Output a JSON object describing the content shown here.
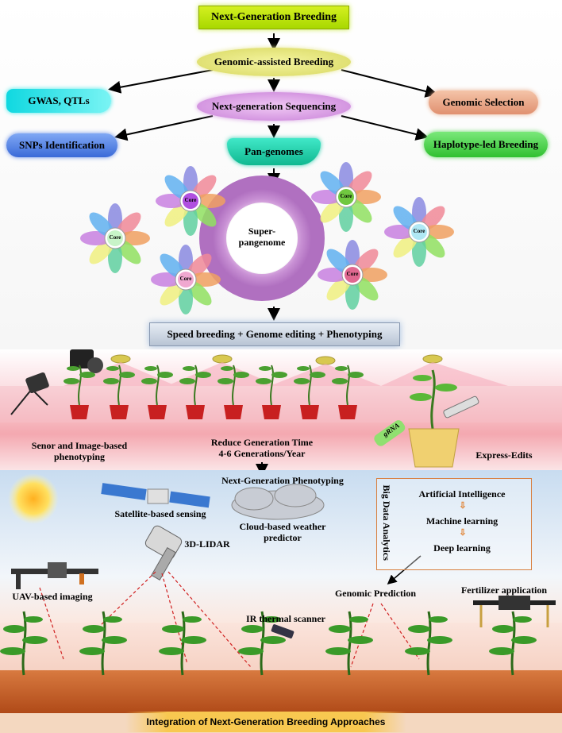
{
  "top": {
    "title": "Next-Generation Breeding",
    "genomic_assisted": "Genomic-assisted Breeding",
    "gwas": "GWAS, QTLs",
    "ngs": "Next-generation Sequencing",
    "genomic_selection": "Genomic Selection",
    "snps": "SNPs Identification",
    "pan_genomes": "Pan-genomes",
    "haplotype": "Haplotype-led Breeding"
  },
  "pangenome": {
    "core_label": "Core",
    "super_line1": "Super-",
    "super_line2": "pangenome"
  },
  "speed_banner": "Speed breeding + Genome editing + Phenotyping",
  "greenhouse": {
    "sensor_line1": "Senor and Image-based",
    "sensor_line2": "phenotyping",
    "reduce_line1": "Reduce Generation Time",
    "reduce_line2": "4-6 Generations/Year",
    "express": "Express-Edits",
    "grna": "gRNA"
  },
  "field": {
    "ngp": "Next-Generation Phenotyping",
    "satellite": "Satellite-based sensing",
    "cloud_line1": "Cloud-based weather",
    "cloud_line2": "predictor",
    "lidar": "3D-LIDAR",
    "uav": "UAV-based imaging",
    "ir": "IR thermal scanner",
    "genomic_prediction": "Genomic Prediction",
    "fertilizer": "Fertilizer application"
  },
  "bigdata": {
    "title": "Big Data Analytics",
    "ai": "Artificial Intelligence",
    "ml": "Machine learning",
    "dl": "Deep learning"
  },
  "footer": "Integration of Next-Generation Breeding Approaches",
  "colors": {
    "title_green": "#b8e000",
    "pill_yellow": "#e8e87a",
    "cyan": "#2ce6e6",
    "orange": "#e8a888",
    "violet": "#d89ae0",
    "blue": "#4a84e0",
    "teal": "#1ec8a8",
    "green": "#4cd44c",
    "pink_band": "#f2a0a8",
    "soil": "#c8602a"
  }
}
